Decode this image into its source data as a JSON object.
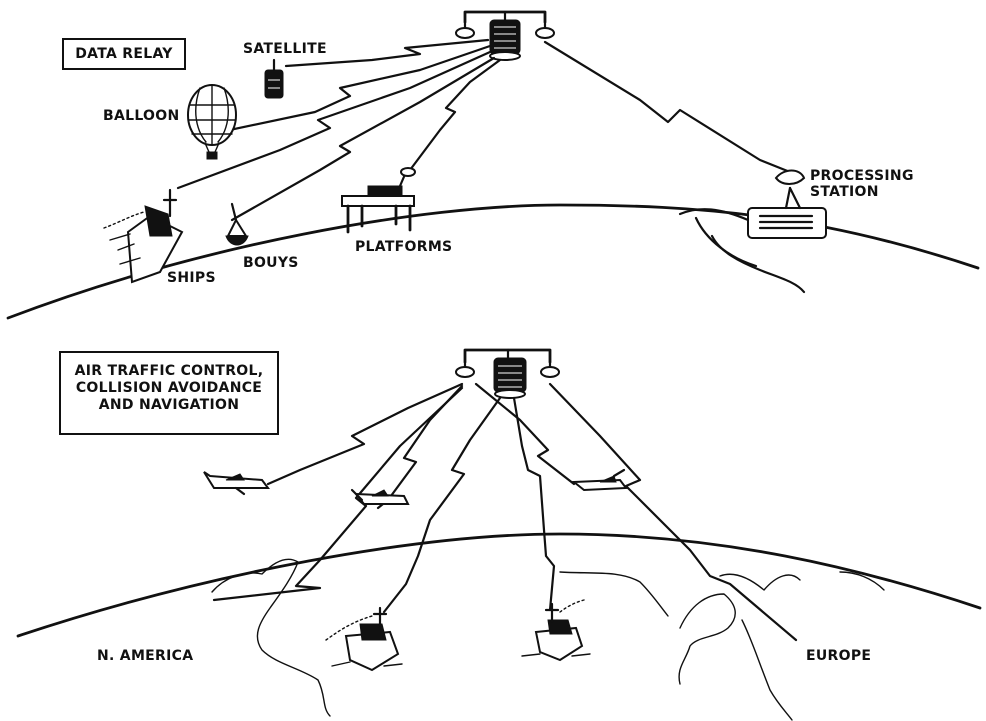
{
  "panels": {
    "data_relay": {
      "title": "DATA RELAY",
      "labels": {
        "satellite": "SATELLITE",
        "balloon": "BALLOON",
        "ships": "SHIPS",
        "bouys": "BOUYS",
        "platforms": "PLATFORMS",
        "processing_line1": "PROCESSING",
        "processing_line2": "STATION"
      }
    },
    "air_traffic": {
      "title_lines": [
        "AIR TRAFFIC CONTROL,",
        "COLLISION AVOIDANCE",
        "AND NAVIGATION"
      ],
      "labels": {
        "n_america": "N. AMERICA",
        "europe": "EUROPE"
      }
    }
  },
  "colors": {
    "ink": "#111111",
    "paper": "#ffffff"
  },
  "icons": [
    "satellite-icon",
    "balloon-icon",
    "ship-icon",
    "buoy-icon",
    "platform-icon",
    "processing-station-icon",
    "airplane-icon",
    "continent-outline",
    "radio-link-zigzag"
  ]
}
